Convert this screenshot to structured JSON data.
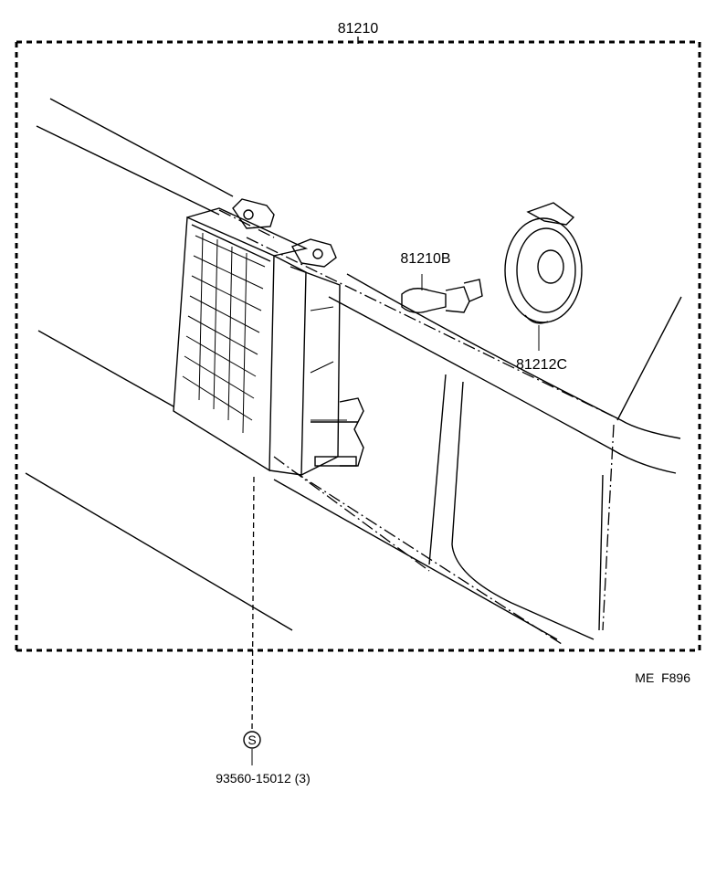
{
  "labels": {
    "assembly_number": "81210",
    "bulb_number": "81210B",
    "socket_number": "81212C",
    "screw_number": "93560-15012 (3)",
    "screw_symbol": "S",
    "figure_code": "ME  F896"
  }
}
